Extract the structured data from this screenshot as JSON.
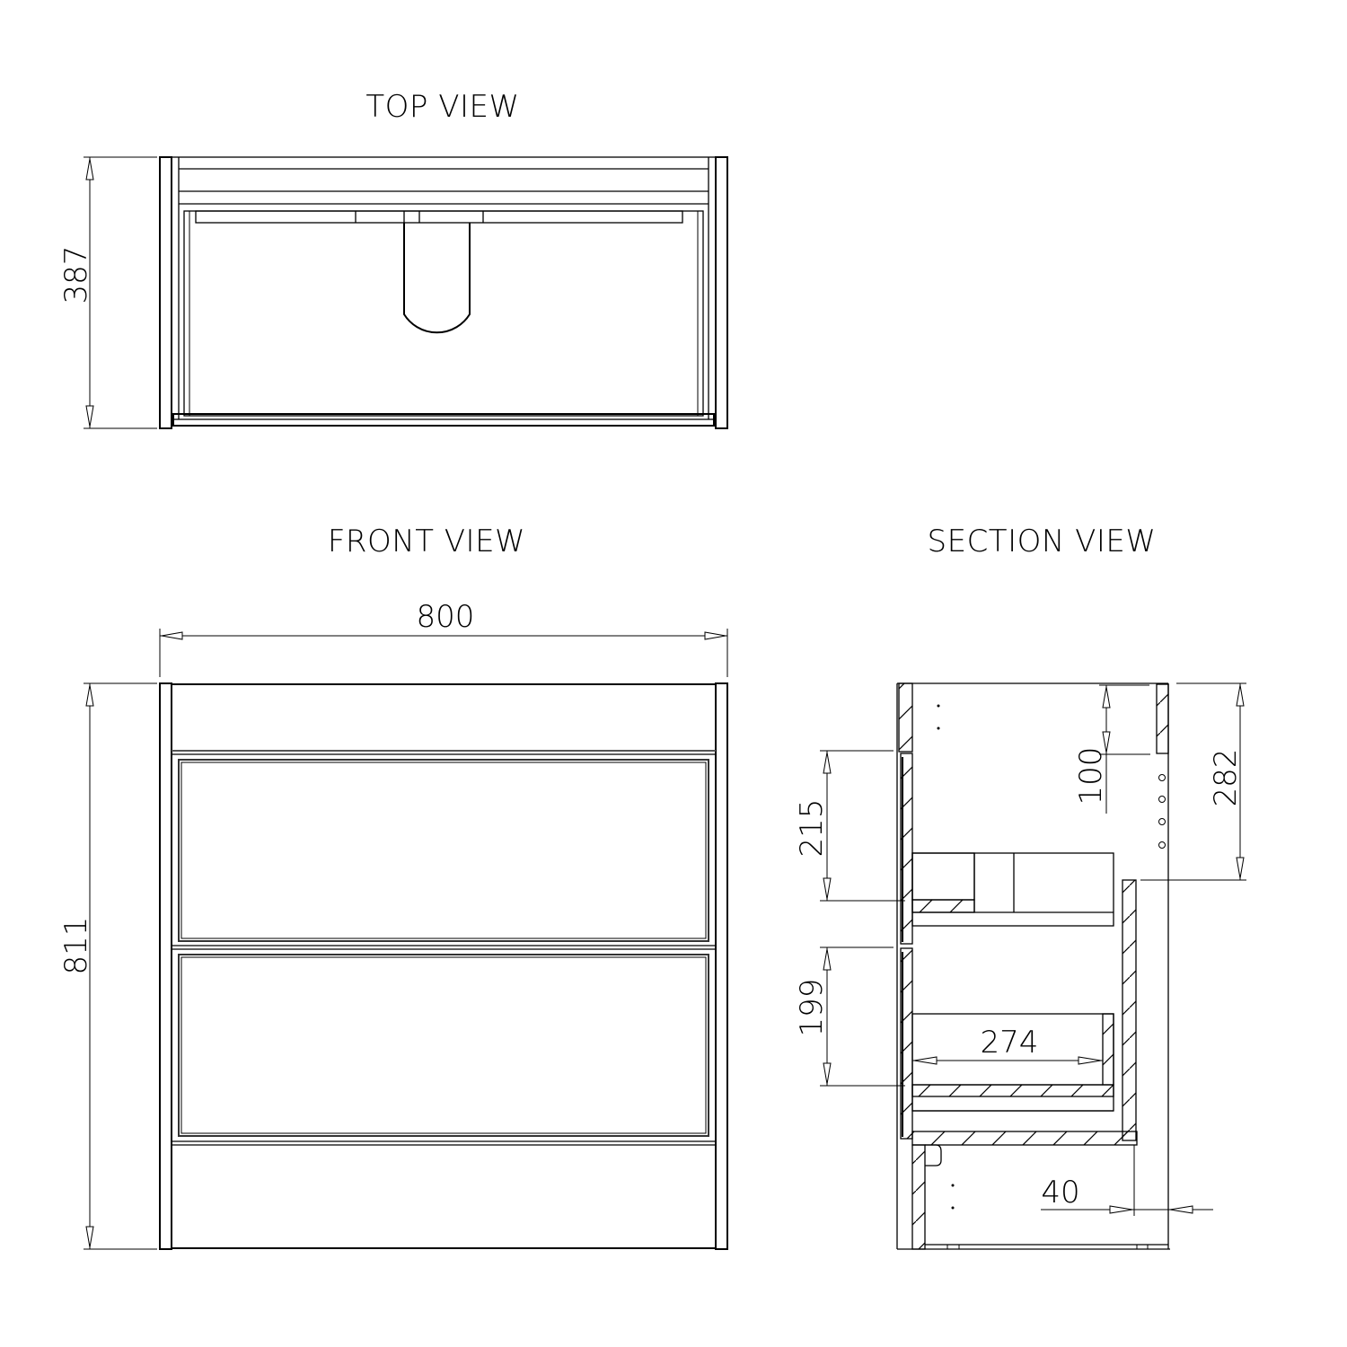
{
  "views": {
    "top": {
      "title": "TOP VIEW",
      "depth_dim": "387"
    },
    "front": {
      "title": "FRONT VIEW",
      "width_dim": "800",
      "height_dim": "811"
    },
    "section": {
      "title": "SECTION VIEW",
      "dims": {
        "upper_drawer_front": "215",
        "lower_drawer_front": "199",
        "drawer_inner_depth": "274",
        "top_rail": "100",
        "basin_clearance": "282",
        "back_offset": "40"
      }
    }
  },
  "colors": {
    "line": "#000000",
    "background": "#ffffff"
  }
}
